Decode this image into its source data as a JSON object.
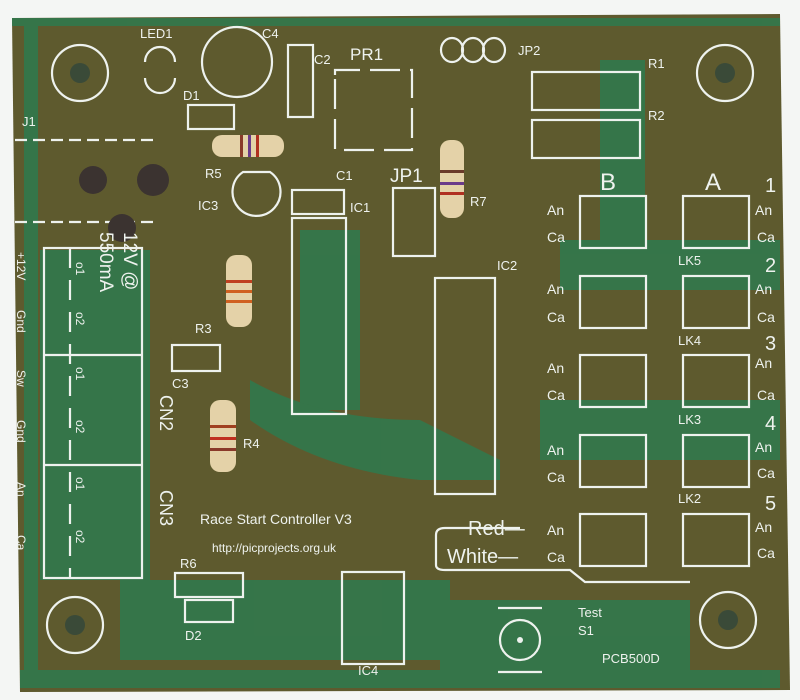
{
  "board": {
    "title": "Race Start Controller V3",
    "url": "http://picprojects.org.uk",
    "part_number": "PCB500D",
    "power_rating": [
      "12V @",
      "550mA"
    ],
    "colors": {
      "board": "#5e5a2e",
      "track": "#2f7a4e",
      "silkscreen": "#eef2ee",
      "background": "#f4f6f4"
    }
  },
  "designators": {
    "led1": "LED1",
    "c4": "C4",
    "c2": "C2",
    "pr1": "PR1",
    "jp2": "JP2",
    "r1": "R1",
    "r2": "R2",
    "d1": "D1",
    "j1": "J1",
    "r5": "R5",
    "c1": "C1",
    "ic1": "IC1",
    "jp1": "JP1",
    "r7": "R7",
    "ic3": "IC3",
    "ic2": "IC2",
    "r3": "R3",
    "c3": "C3",
    "r4": "R4",
    "cn2": "CN2",
    "cn3": "CN3",
    "r6": "R6",
    "d2": "D2",
    "ic4": "IC4",
    "s1": "S1",
    "test": "Test"
  },
  "columns": {
    "b": "B",
    "a": "A"
  },
  "channels": [
    "1",
    "2",
    "3",
    "4",
    "5"
  ],
  "pins": {
    "an": "An",
    "ca": "Ca"
  },
  "links": [
    "LK5",
    "LK4",
    "LK3",
    "LK2"
  ],
  "connector_labels": [
    "+12V",
    "Gnd",
    "Sw",
    "Gnd",
    "An",
    "Ca"
  ],
  "pin_numbers": [
    "o1",
    "o2"
  ],
  "led_legend": {
    "red": "Red—",
    "white": "White—"
  }
}
